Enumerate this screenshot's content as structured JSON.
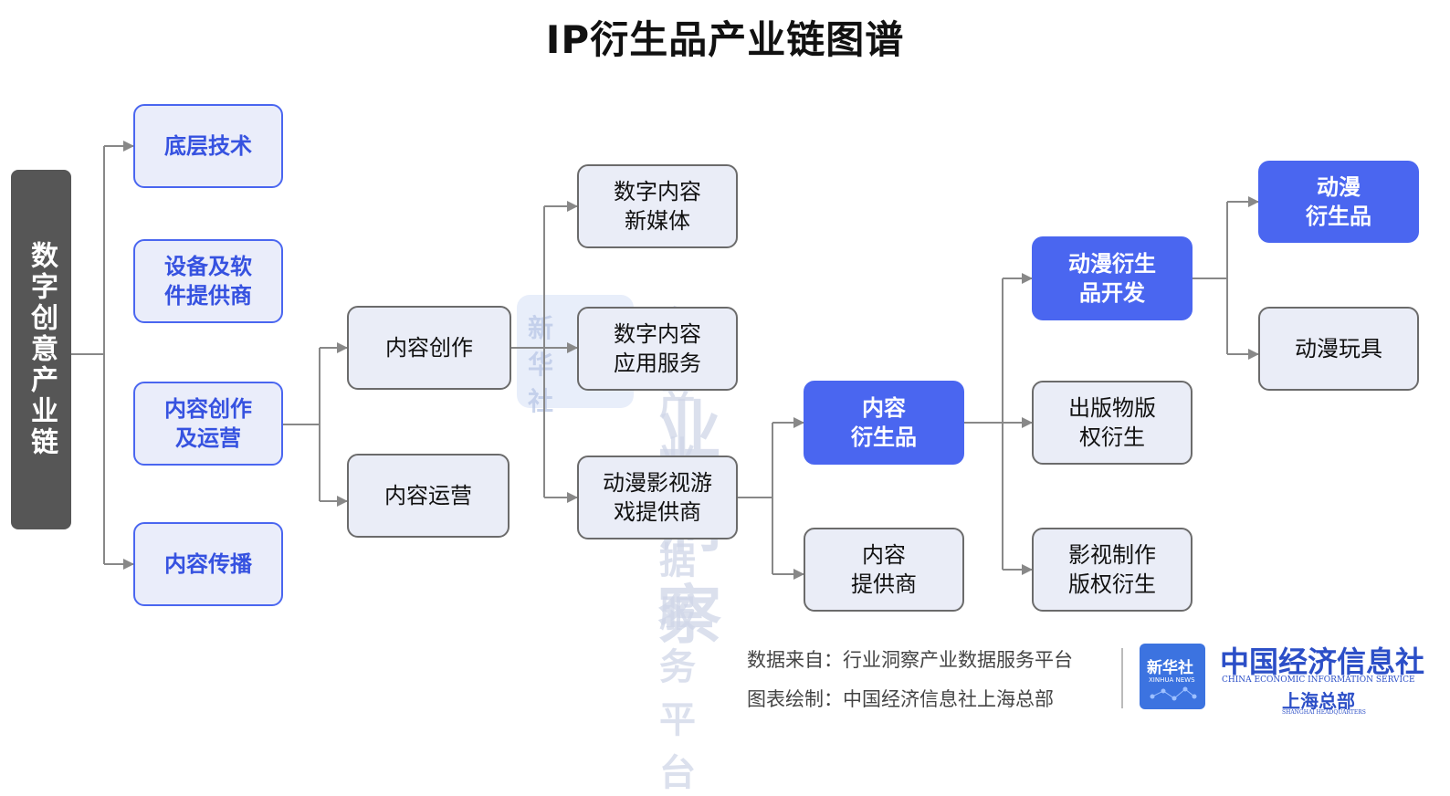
{
  "title": "IP衍生品产业链图谱",
  "nodes": {
    "root": "数字创意产业链",
    "bottom_tech": "底层技术",
    "devices_software": "设备及软\n件提供商",
    "content_create_ops": "内容创作\n及运营",
    "content_spread": "内容传播",
    "content_creation": "内容创作",
    "content_operation": "内容运营",
    "digital_new_media": "数字内容\n新媒体",
    "digital_app_service": "数字内容\n应用服务",
    "anime_film_game": "动漫影视游\n戏提供商",
    "content_derivative": "内容\n衍生品",
    "content_provider": "内容\n提供商",
    "anime_derivative_dev": "动漫衍生\n品开发",
    "publication_copyright": "出版物版\n权衍生",
    "film_copyright": "影视制作\n版权衍生",
    "anime_derivatives": "动漫\n衍生品",
    "anime_toys": "动漫玩具"
  },
  "watermark": {
    "logo_text": "新华社",
    "main": "行业洞察",
    "sub": "产业数据服务平台"
  },
  "footer": {
    "source": "数据来自：行业洞察产业数据服务平台",
    "made_by": "图表绘制：中国经济信息社上海总部",
    "logo_cn": "新华社",
    "logo_en": "XINHUA NEWS",
    "brand_cn": "中国经济信息社",
    "brand_en": "CHINA ECONOMIC INFORMATION SERVICE",
    "brand_sub": "上海总部",
    "brand_sub_en": "SHANGHAI HEADQUARTERS"
  },
  "colors": {
    "accent_blue": "#4a66f0",
    "node_fill": "#eaedf7",
    "root_gray": "#565656",
    "connector": "#888888"
  }
}
